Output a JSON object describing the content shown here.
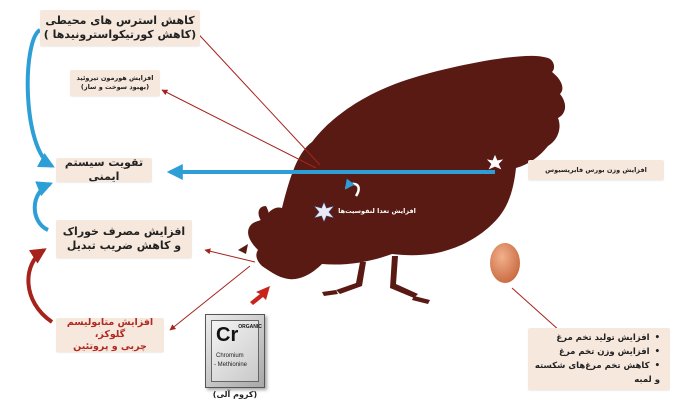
{
  "labels": {
    "stress": [
      "کاهش استرس های محیطی",
      "(کاهش کورتیکواسترونیدها )"
    ],
    "thyroid": [
      "افزایش هورمون تیروئید",
      "(بهبود سوخت و ساز)"
    ],
    "immune": "تقویت سیستم ایمنی",
    "feed": [
      "افزایش مصرف خوراک",
      "و کاهش ضریب تبدیل"
    ],
    "metabolism": [
      "افزایش متابولیسم گلوکز،",
      "چربی و پروتئین"
    ],
    "bursa": "افزایش وزن بورس فابریسیوس",
    "lymph": "افزایش تعدا لنفوسیت‌ها"
  },
  "outcomes": [
    "افزایش تولید تخم مرغ",
    "افزایش وزن تخم مرغ",
    "کاهش تخم مرغ‌های شکسته و لمبه"
  ],
  "chromium": {
    "symbol": "Cr",
    "superscript": "ORGANIC",
    "line1": "Chromium",
    "line2": "- Methionine",
    "caption": "(کروم آلی)"
  },
  "colors": {
    "hen": "#5a1a14",
    "arrow_blue": "#2d9fd6",
    "arrow_red": "#a6231c",
    "box_bg": "#f6e8dd",
    "egg": "#d6825c"
  }
}
